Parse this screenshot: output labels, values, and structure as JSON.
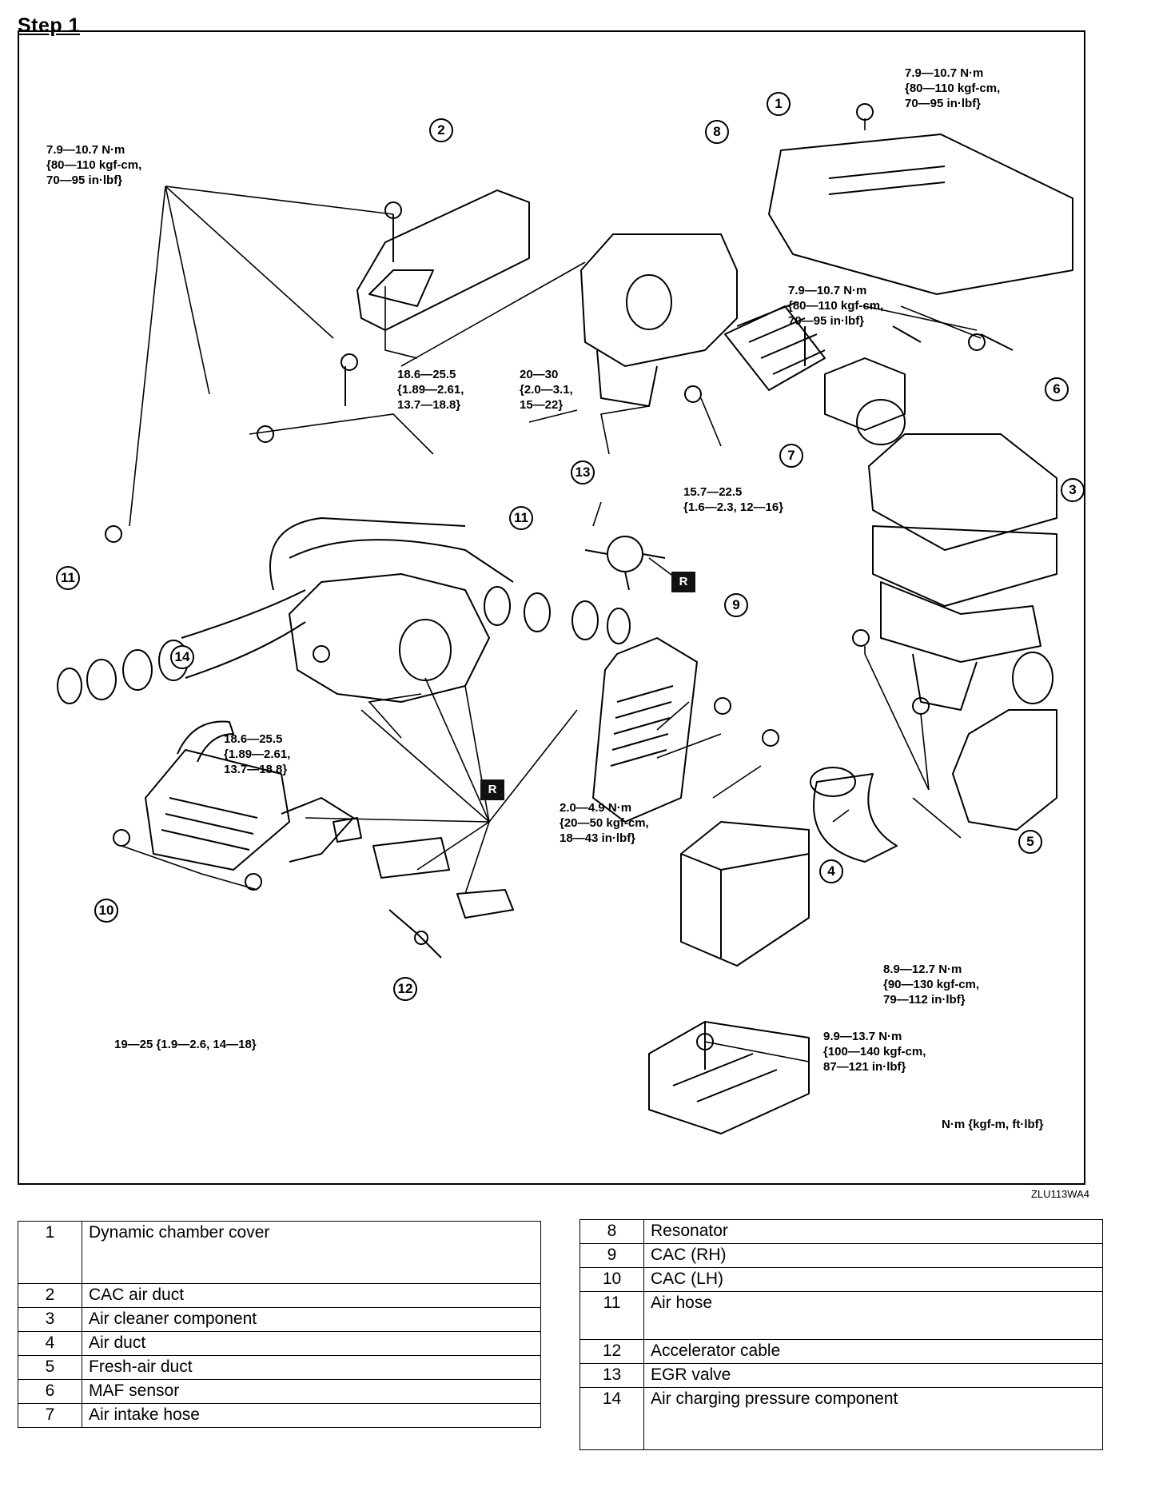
{
  "step_title": "Step 1",
  "figure_code": "ZLU113WA4",
  "units_note": "N·m {kgf-m, ft·lbf}",
  "torques": {
    "t_top_right": "7.9—10.7 N·m\n{80—110 kgf-cm,\n70—95 in·lbf}",
    "t_top_left": "7.9—10.7 N·m\n{80—110 kgf-cm,\n70—95 in·lbf}",
    "t_mid_right": "7.9—10.7 N·m\n{80—110 kgf-cm,\n70—95 in·lbf}",
    "t_mid_a": "18.6—25.5\n{1.89—2.61,\n13.7—18.8}",
    "t_mid_b": "20—30\n{2.0—3.1,\n15—22}",
    "t_mid_c": "15.7—22.5\n{1.6—2.3, 12—16}",
    "t_low_a": "18.6—25.5\n{1.89—2.61,\n13.7—18.8}",
    "t_low_b": "2.0—4.9 N·m\n{20—50 kgf-cm,\n18—43 in·lbf}",
    "t_low_c": "8.9—12.7 N·m\n{90—130 kgf-cm,\n79—112 in·lbf}",
    "t_bottom_a": "19—25 {1.9—2.6, 14—18}",
    "t_bottom_b": "9.9—13.7 N·m\n{100—140 kgf-cm,\n87—121 in·lbf}"
  },
  "callouts": {
    "c1": "1",
    "c2": "2",
    "c3": "3",
    "c4": "4",
    "c5": "5",
    "c6": "6",
    "c7": "7",
    "c8": "8",
    "c9": "9",
    "c10": "10",
    "c11a": "11",
    "c11b": "11",
    "c12": "12",
    "c13": "13",
    "c14": "14"
  },
  "r_marks": {
    "r1": "R",
    "r2": "R"
  },
  "legend_left": [
    {
      "num": "1",
      "name": "Dynamic chamber cover"
    },
    {
      "num": "2",
      "name": "CAC air duct"
    },
    {
      "num": "3",
      "name": "Air cleaner component"
    },
    {
      "num": "4",
      "name": "Air duct"
    },
    {
      "num": "5",
      "name": "Fresh-air duct"
    },
    {
      "num": "6",
      "name": "MAF sensor"
    },
    {
      "num": "7",
      "name": "Air intake hose"
    }
  ],
  "legend_right": [
    {
      "num": "8",
      "name": "Resonator"
    },
    {
      "num": "9",
      "name": "CAC (RH)"
    },
    {
      "num": "10",
      "name": "CAC (LH)"
    },
    {
      "num": "11",
      "name": "Air hose"
    },
    {
      "num": "12",
      "name": "Accelerator cable"
    },
    {
      "num": "13",
      "name": "EGR valve"
    },
    {
      "num": "14",
      "name": "Air charging pressure component"
    }
  ]
}
